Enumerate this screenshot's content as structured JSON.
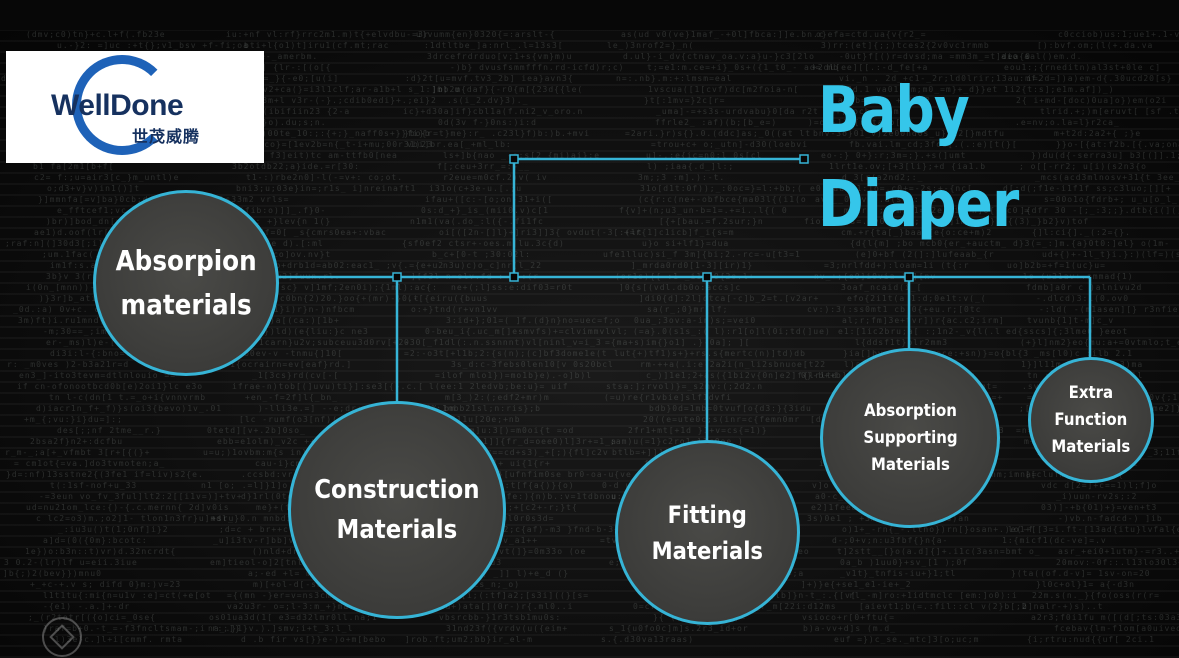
{
  "logo": {
    "brand": "WellDone",
    "brand_cn": "世茂威腾",
    "ring_color": "#1e62b8",
    "text_color": "#16315f"
  },
  "title": {
    "line1": "Baby",
    "line2": "Diaper",
    "color": "#35c6ea"
  },
  "nodes": [
    {
      "line1": "Absorpion",
      "line2": "materials"
    },
    {
      "line1": "Construction",
      "line2": "Materials"
    },
    {
      "line1": "Fitting",
      "line2": "Materials"
    },
    {
      "line1": "Absorption",
      "line2": "Supporting",
      "line3": "Materials"
    },
    {
      "line1": "Extra",
      "line2": "Function",
      "line3": "Materials"
    }
  ],
  "style": {
    "connector_color": "#36b4d6",
    "node_fill": "#3c3c3a",
    "background": "#070707"
  },
  "icons": {
    "viewer_badge": "prezi-logo-icon"
  }
}
